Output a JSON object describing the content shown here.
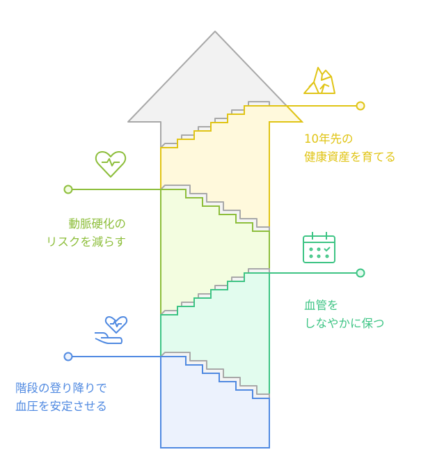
{
  "colors": {
    "arrow_stroke": "#a8a8a8",
    "arrow_fill": "#f2f2f2",
    "yellow": "#e0c414",
    "yellow_fill": "#fff9dc",
    "green": "#8dbe3b",
    "green_fill": "#f3fde0",
    "teal": "#3dc484",
    "teal_fill": "#e2fcee",
    "blue": "#4f89e1",
    "blue_fill": "#ecf2fd"
  },
  "steps": [
    {
      "id": "future-health",
      "icon": "mountain-icon",
      "lines": [
        "10年先の",
        "健康資産を育てる"
      ]
    },
    {
      "id": "arteriosclerosis",
      "icon": "heart-pulse-icon",
      "lines": [
        "動脈硬化の",
        "リスクを減らす"
      ]
    },
    {
      "id": "vessels",
      "icon": "calendar-icon",
      "lines": [
        "血管を",
        "しなやかに保つ"
      ]
    },
    {
      "id": "blood-pressure",
      "icon": "hand-heart-icon",
      "lines": [
        "階段の登り降りで",
        "血圧を安定させる"
      ]
    }
  ]
}
